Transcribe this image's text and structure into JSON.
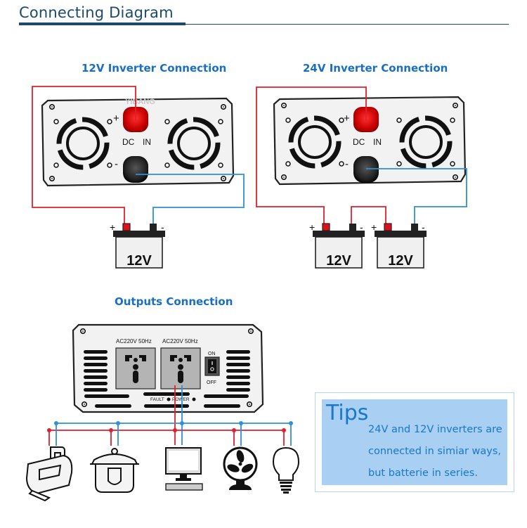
{
  "header": {
    "title": "Connecting Diagram"
  },
  "sections": {
    "v12": {
      "title": "12V Inverter Connection",
      "battery_label": "12V"
    },
    "v24": {
      "title": "24V Inverter Connection",
      "battery_labels": [
        "12V",
        "12V"
      ]
    },
    "outputs": {
      "title": "Outputs Connection"
    }
  },
  "inverter_front": {
    "plus": "+",
    "minus": "-",
    "dc": "DC",
    "in": "IN",
    "watermark": "YIBANG"
  },
  "battery_terminals": {
    "plus": "+",
    "minus": "-"
  },
  "inverter_back": {
    "socket_labels": [
      "AC220V 50Hz",
      "AC220V 50Hz"
    ],
    "switch_on": "ON",
    "switch_off": "OFF",
    "fault": "FAULT",
    "power": "POWER"
  },
  "devices": [
    "printer-icon",
    "rice-cooker-icon",
    "computer-icon",
    "fan-icon",
    "light-bulb-icon"
  ],
  "colors": {
    "positive": "#e0202c",
    "negative": "#2f8fd8",
    "title": "#1b4a6b",
    "section": "#1a6fc0",
    "tips_bg": "#a9cff2"
  },
  "tips": {
    "heading": "Tips",
    "lines": [
      "24V and 12V inverters are",
      "connected in simiar ways,",
      "but batterie in series."
    ]
  }
}
